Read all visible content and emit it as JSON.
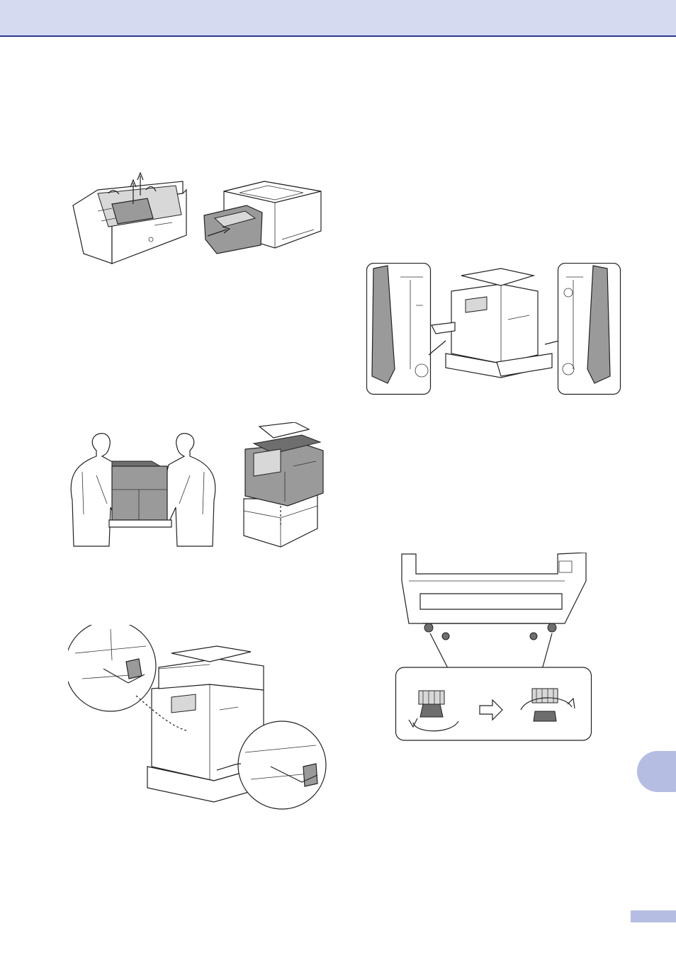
{
  "page": {
    "header_color": "#d5daf0",
    "header_rule_color": "#2a3a8c",
    "tab_color": "#b6bde3"
  },
  "figures": [
    {
      "id": "paper-tray-and-lower-tray-unit",
      "icon": "tray-illustration"
    },
    {
      "id": "two-people-lifting-machine-onto-lower-tray",
      "icon": "lifting-illustration"
    },
    {
      "id": "lock-brackets-attach",
      "icon": "bracket-illustration"
    },
    {
      "id": "side-covers-attach",
      "icon": "side-cover-illustration"
    },
    {
      "id": "adjust-feet",
      "icon": "adjuster-feet-illustration"
    }
  ]
}
